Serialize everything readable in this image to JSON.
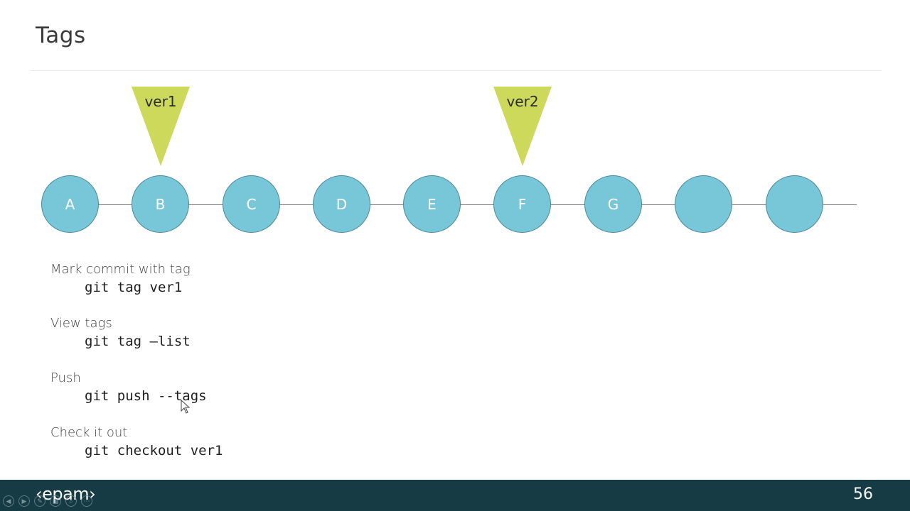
{
  "slide": {
    "title": "Tags",
    "page_number": "56"
  },
  "tags": [
    {
      "label": "ver1",
      "commit": "B"
    },
    {
      "label": "ver2",
      "commit": "F"
    }
  ],
  "commits": [
    "A",
    "B",
    "C",
    "D",
    "E",
    "F",
    "G",
    "",
    ""
  ],
  "commands": [
    {
      "description": "Mark commit with tag",
      "code": "git tag ver1"
    },
    {
      "description": "View tags",
      "code": "git tag –list"
    },
    {
      "description": "Push",
      "code": "git push --tags"
    },
    {
      "description": "Check it out",
      "code": "git checkout ver1"
    }
  ],
  "footer": {
    "logo_text": "‹epam›"
  },
  "colors": {
    "commit": "#77c7d8",
    "tag": "#cdd95a",
    "footer": "#163b45"
  },
  "controls": [
    "prev-icon",
    "next-icon",
    "pen-icon",
    "slides-icon",
    "zoom-icon",
    "more-icon"
  ]
}
